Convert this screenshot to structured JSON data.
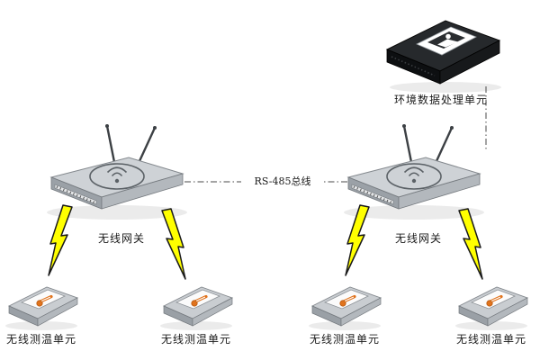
{
  "diagram": {
    "processor": {
      "label": "环境数据处理单元"
    },
    "bus": {
      "label": "RS-485总线"
    },
    "gateways": [
      {
        "label": "无线网关"
      },
      {
        "label": "无线网关"
      }
    ],
    "sensors": [
      {
        "label": "无线测温单元"
      },
      {
        "label": "无线测温单元"
      },
      {
        "label": "无线测温单元"
      },
      {
        "label": "无线测温单元"
      }
    ],
    "colors": {
      "background": "#ffffff",
      "bolt": "#ffff00",
      "bolt_outline": "#1a1a1a",
      "link_line": "#4a4a4a",
      "router_top": "#ced2d6",
      "router_front": "#9ba1a7",
      "router_side": "#b3b8bd",
      "device_top": "#26292c",
      "device_front": "#0d0f11",
      "thermometer": "#e0731d",
      "label_text": "#1a1a1a"
    }
  }
}
